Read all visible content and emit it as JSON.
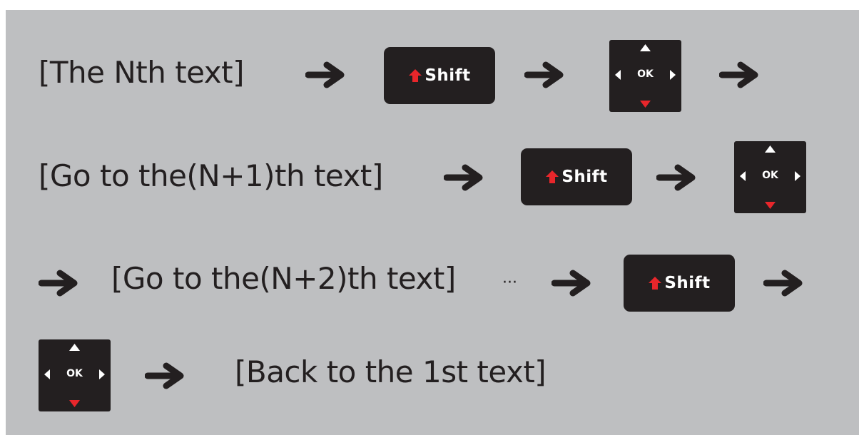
{
  "rows": [
    {
      "label": "[The Nth text]"
    },
    {
      "label": "[Go to the(N+1)th text]"
    },
    {
      "label": "[Go to the(N+2)th text]",
      "suffix": "···"
    },
    {
      "label": "[Back to the 1st text]"
    }
  ],
  "keys": {
    "shift_label": "Shift",
    "ok_label": "OK"
  },
  "colors": {
    "background": "#bebfc1",
    "key_body": "#231f20",
    "arrow": "#231f20",
    "accent_red": "#e8262b",
    "key_text": "#ffffff"
  },
  "icons": [
    "right-arrow-icon",
    "shift-up-arrow-icon",
    "dpad-up-icon",
    "dpad-down-icon",
    "dpad-left-icon",
    "dpad-right-icon"
  ]
}
